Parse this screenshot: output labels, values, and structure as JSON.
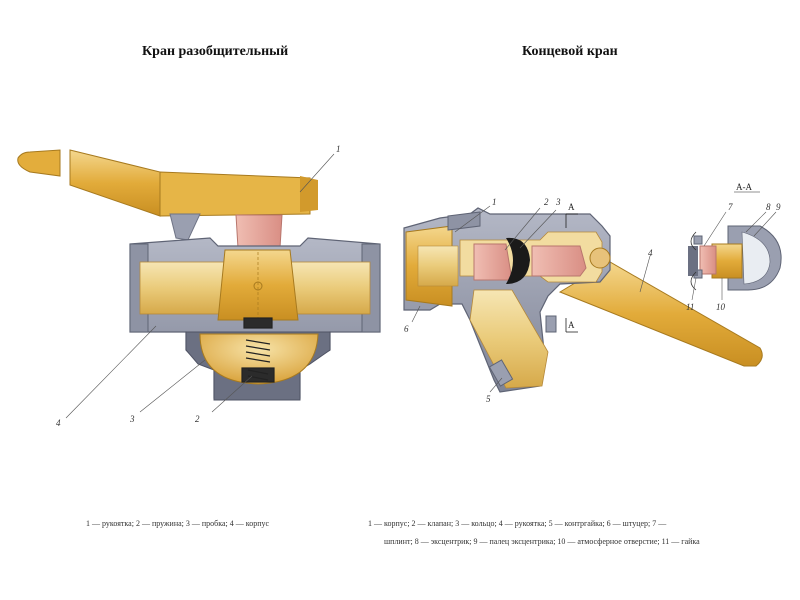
{
  "titles": {
    "left": "Кран разобщительный",
    "right": "Концевой кран"
  },
  "section_label": "А-А",
  "section_marks": [
    "А",
    "А"
  ],
  "left_callouts": [
    "1",
    "2",
    "3",
    "4"
  ],
  "right_callouts": [
    "1",
    "2",
    "3",
    "4",
    "5",
    "6"
  ],
  "section_callouts": [
    "7",
    "8",
    "9",
    "10",
    "11"
  ],
  "captions": {
    "left": "1 — рукоятка; 2 — пружина; 3 — пробка; 4 — корпус",
    "right_line1": "1 — корпус; 2 — клапан; 3 — кольцо; 4 — рукоятка; 5 — контргайка; 6 — штуцер; 7 —",
    "right_line2": "шплинт; 8 — эксцентрик; 9 — палец эксцентрика; 10 — атмосферное отверстие; 11 — гайка"
  },
  "colors": {
    "body_gray": "#9a9fb0",
    "dark_gray": "#5f6475",
    "brass": "#e3ad3c",
    "brass_light": "#efd48a",
    "pink": "#e8a49a",
    "rubber": "#1a1a1a"
  }
}
